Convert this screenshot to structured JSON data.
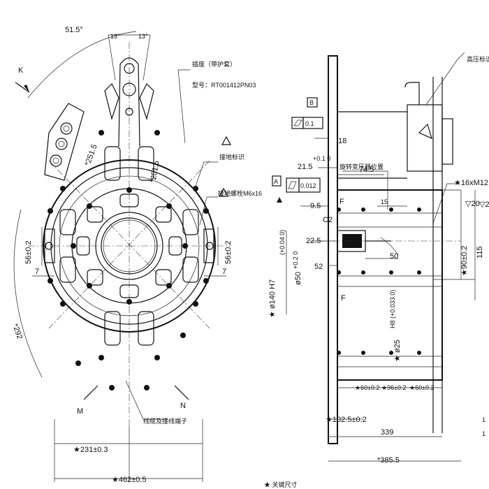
{
  "front_view": {
    "angle_outer": "51.5°",
    "angle_left": "13°",
    "angle_right": "13°",
    "label_k": "K",
    "label_m": "M",
    "label_n": "N",
    "dia_251_left": "*251.5",
    "dia_251_right": "*251.5",
    "dim_292": "*292",
    "dim_56_left": "56±0.2",
    "dim_56_right": "56±0.2",
    "dim_7_left": "7",
    "dim_7_right": "7",
    "dim_231": "★231±0.3",
    "dim_462": "★462±0.5",
    "note_connector": "插座（带护套）",
    "note_model": "型号：RT001412PN03",
    "note_ground": "接地标识",
    "note_ground_bolt": "接地螺栓M6x16",
    "note_bottom": "线缆及接线端子"
  },
  "side_view": {
    "datum_b": "B",
    "flatness_value": "0.1",
    "datum_a": "A",
    "tol_value": "0.012",
    "dim_21_5": "21.5",
    "dim_21_5_tol": "+0.1 0",
    "dim_18": "18",
    "dim_9_5": "9.5",
    "dim_74_5": "74.5",
    "dim_15": "15",
    "dim_c2": "C2",
    "dim_22_5": "22.5",
    "dim_52": "52",
    "dim_50": "50",
    "label_f_top": "F",
    "label_f_bottom": "F",
    "dia_140": "★ ø140 H7",
    "dia_140_tol": "(+0.04 0)",
    "dia_50": "ø50",
    "dia_50_tol": "+0.2 0",
    "dia_25": "★ ø25",
    "dia_25_tol": "H8 (+0.033 0)",
    "thread": "★16xM12",
    "thread_depth": "▽20",
    "thread_depth2": "▽2",
    "dim_90": "★90±0.2",
    "dim_115": "115",
    "dim_60_a": "★60±0.2",
    "dim_96": "★96±0.2",
    "dim_60_b": "★60±0.2",
    "dim_102_5": "★102.5±0.2",
    "dim_339": "339",
    "dim_385_5": "*385.5",
    "note_hv": "高压标识",
    "note_shaft": "旋转变压器位置",
    "note_bottom": "★ 关键尺寸",
    "edge_right_top": "1",
    "edge_right_bottom": "1"
  }
}
